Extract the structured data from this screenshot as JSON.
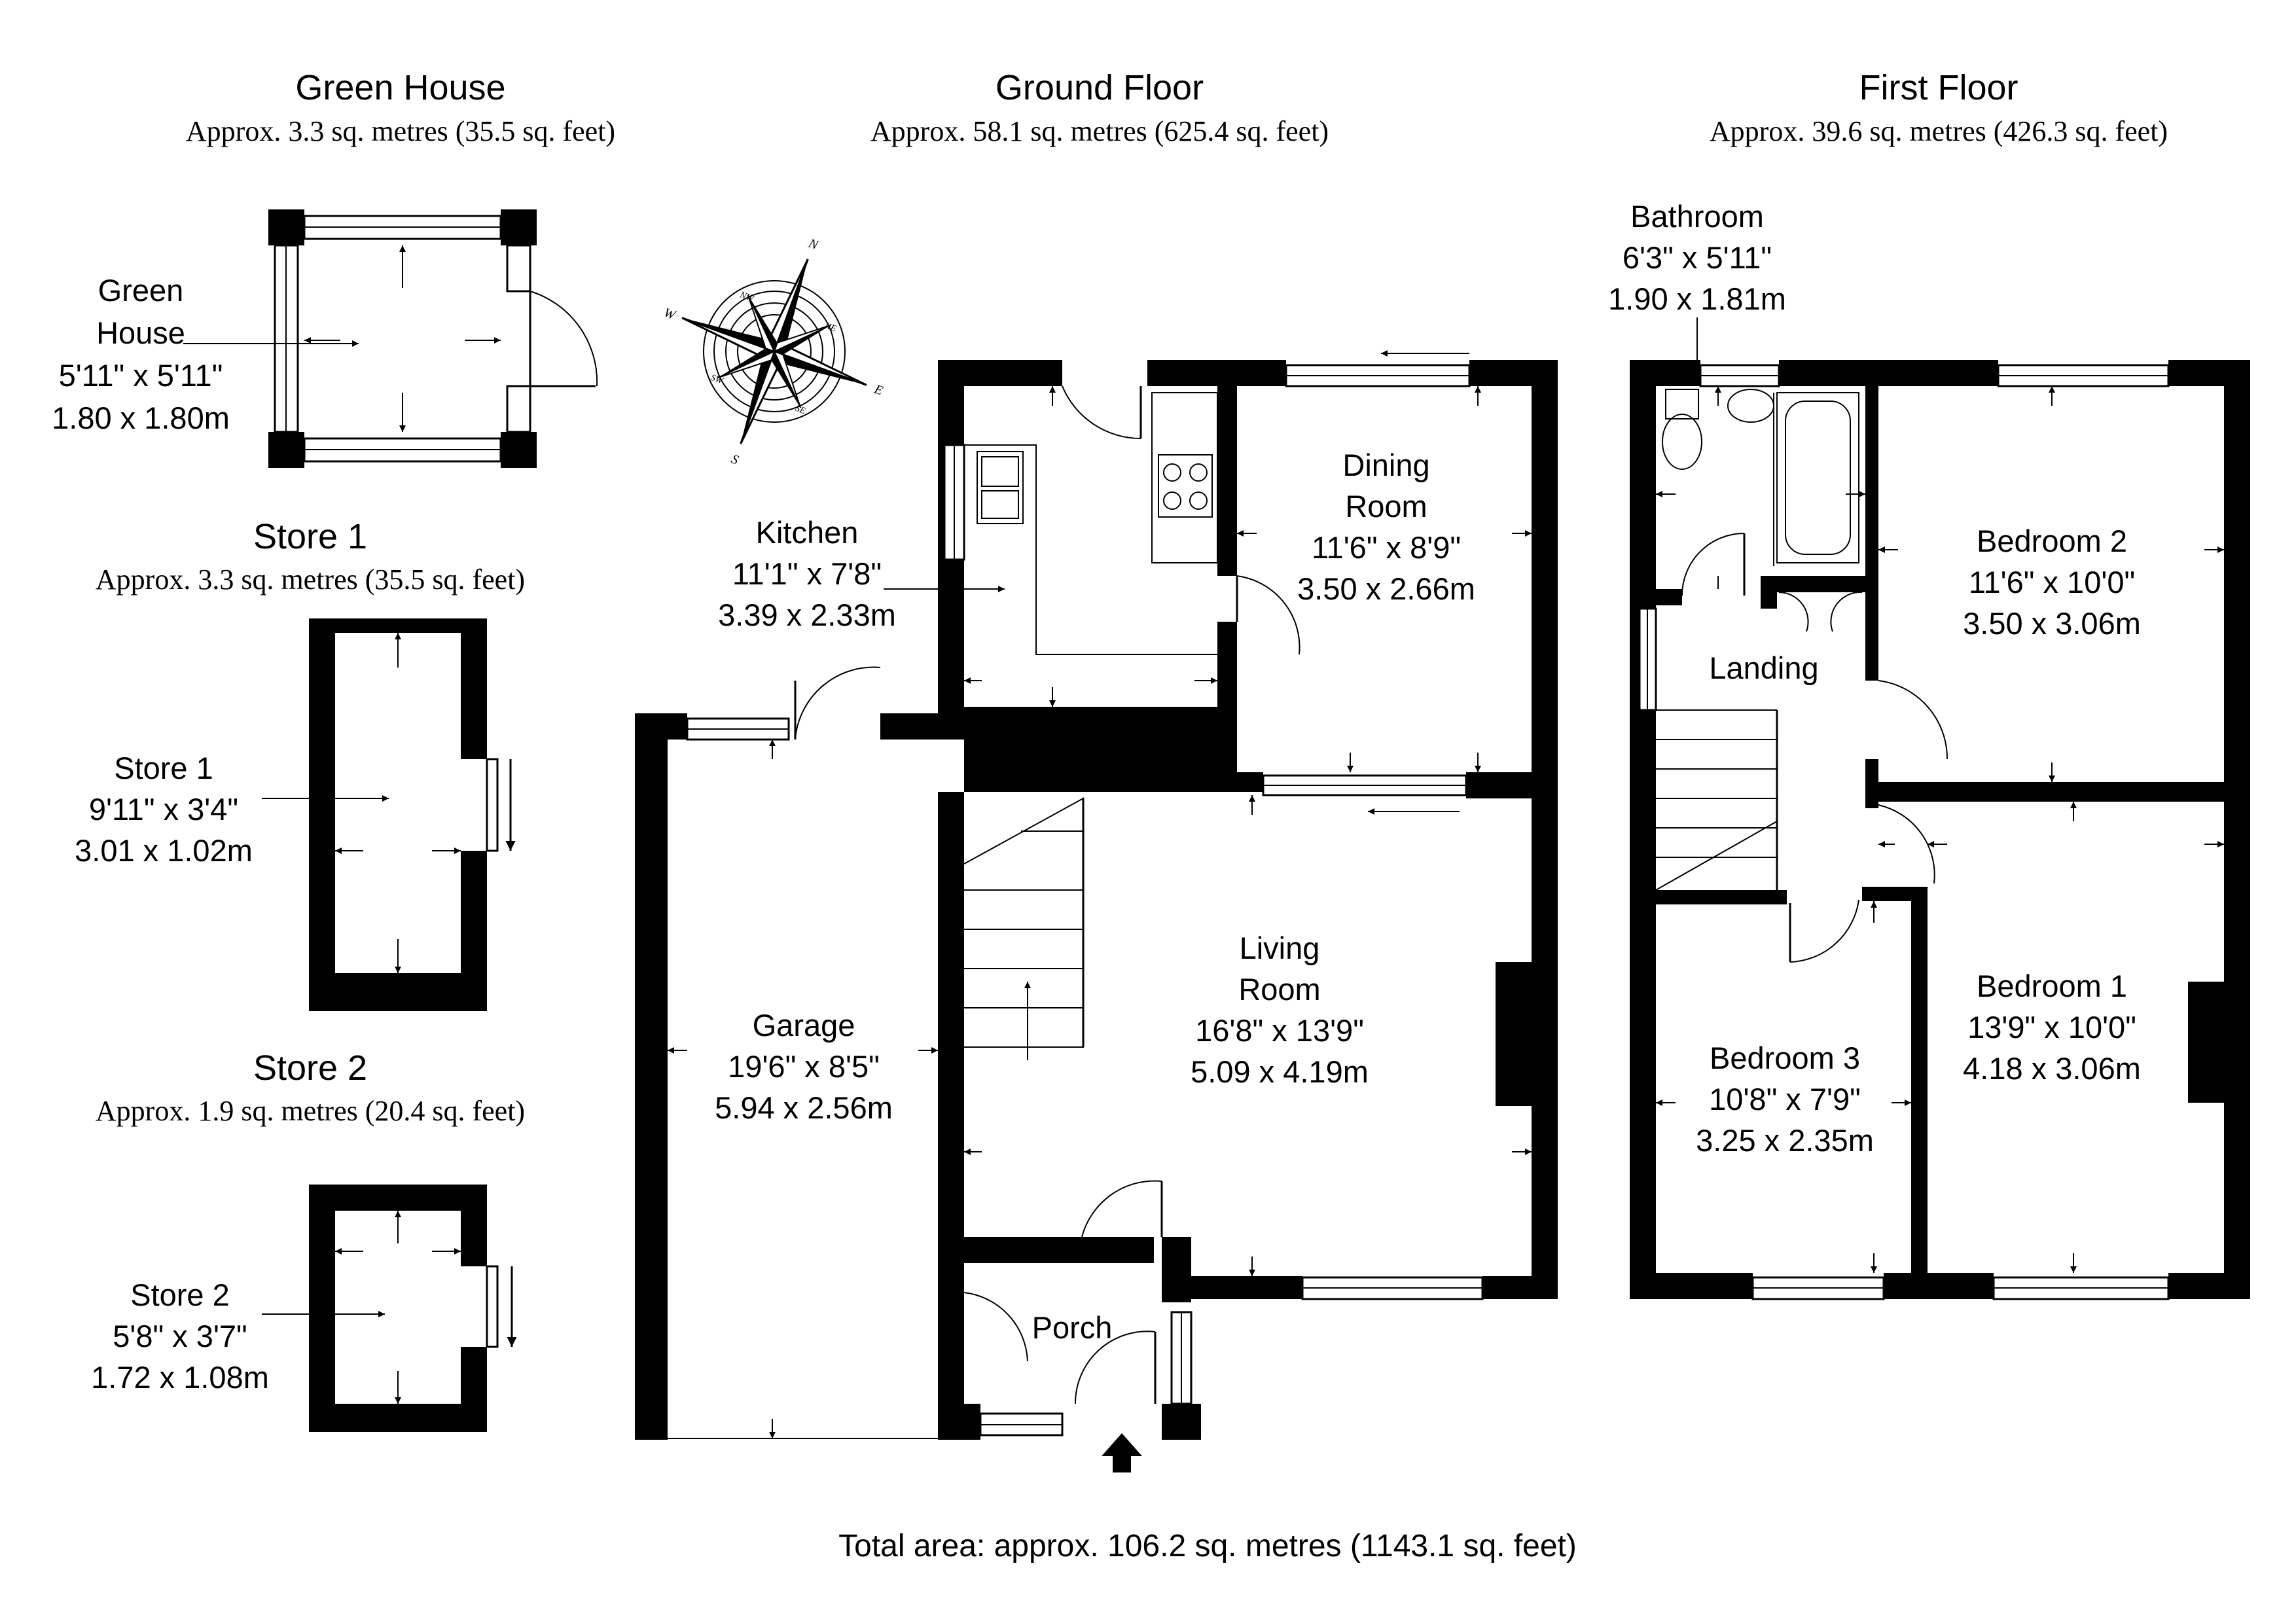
{
  "headers": {
    "green_house": {
      "title": "Green House",
      "area": "Approx. 3.3 sq. metres (35.5 sq. feet)"
    },
    "ground_floor": {
      "title": "Ground Floor",
      "area": "Approx. 58.1 sq. metres (625.4 sq. feet)"
    },
    "first_floor": {
      "title": "First Floor",
      "area": "Approx. 39.6 sq. metres (426.3 sq. feet)"
    },
    "store_1": {
      "title": "Store 1",
      "area": "Approx. 3.3 sq. metres (35.5 sq. feet)"
    },
    "store_2": {
      "title": "Store 2",
      "area": "Approx. 1.9 sq. metres (20.4 sq. feet)"
    }
  },
  "rooms": {
    "green_house": {
      "name1": "Green",
      "name2": "House",
      "imperial": "5'11\" x 5'11\"",
      "metric": "1.80 x 1.80m"
    },
    "store_1": {
      "name": "Store 1",
      "imperial": "9'11\" x 3'4\"",
      "metric": "3.01 x 1.02m"
    },
    "store_2": {
      "name": "Store 2",
      "imperial": "5'8\" x 3'7\"",
      "metric": "1.72 x 1.08m"
    },
    "kitchen": {
      "name": "Kitchen",
      "imperial": "11'1\" x 7'8\"",
      "metric": "3.39 x 2.33m"
    },
    "dining_room": {
      "name1": "Dining",
      "name2": "Room",
      "imperial": "11'6\" x 8'9\"",
      "metric": "3.50 x 2.66m"
    },
    "garage": {
      "name": "Garage",
      "imperial": "19'6\" x 8'5\"",
      "metric": "5.94 x 2.56m"
    },
    "living_room": {
      "name1": "Living",
      "name2": "Room",
      "imperial": "16'8\" x 13'9\"",
      "metric": "5.09 x 4.19m"
    },
    "porch": {
      "name": "Porch"
    },
    "bathroom": {
      "name": "Bathroom",
      "imperial": "6'3\" x 5'11\"",
      "metric": "1.90 x 1.81m"
    },
    "bedroom_2": {
      "name": "Bedroom 2",
      "imperial": "11'6\" x 10'0\"",
      "metric": "3.50 x 3.06m"
    },
    "landing": {
      "name": "Landing"
    },
    "bedroom_1": {
      "name": "Bedroom 1",
      "imperial": "13'9\" x 10'0\"",
      "metric": "4.18 x 3.06m"
    },
    "bedroom_3": {
      "name": "Bedroom 3",
      "imperial": "10'8\" x 7'9\"",
      "metric": "3.25 x 2.35m"
    }
  },
  "compass": {
    "n": "N",
    "e": "E",
    "s": "S",
    "w": "W",
    "ne": "NE",
    "se": "SE",
    "sw": "SW",
    "nw": "NW"
  },
  "total_area": "Total area: approx. 106.2 sq. metres (1143.1 sq. feet)"
}
